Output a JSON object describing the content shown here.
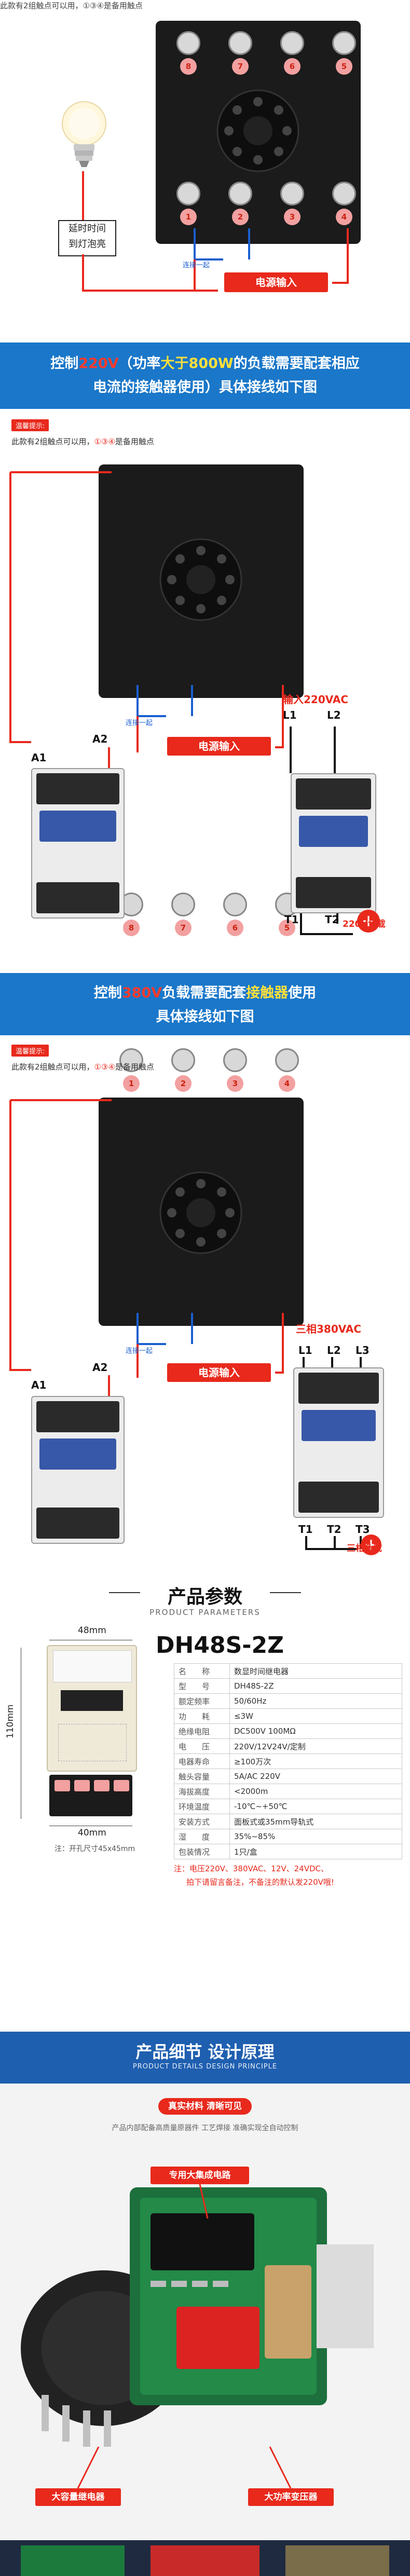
{
  "s1": {
    "tip_text": "此款有2组触点可以用，①③④是备用触点",
    "delay_label_1": "延时时间",
    "delay_label_2": "到灯泡亮",
    "link_label": "连接一起",
    "power_label": "电源输入"
  },
  "s2": {
    "title_a": "控制",
    "title_b": "220V",
    "title_c": "（功率",
    "title_d": "大于800W",
    "title_e": "的负载需要配套相应",
    "title_f": "电流的接触器使用）具体接线如下图",
    "tip_badge": "温馨提示:",
    "tip_pre": "此款有2组触点可以用，",
    "tip_nums": "①③④",
    "tip_post": "是备用触点",
    "link_label": "连接一起",
    "power_label": "电源输入",
    "a1": "A1",
    "a2": "A2",
    "input_label": "输入220VAC",
    "l1": "L1",
    "l2": "L2",
    "t1": "T1",
    "t2": "T2",
    "load": "220V负载"
  },
  "s3": {
    "title_a": "控制",
    "title_b": "380V",
    "title_c": "负载需要配套",
    "title_d": "接触器",
    "title_e": "使用",
    "title_f": "具体接线如下图",
    "tip_badge": "温馨提示:",
    "tip_pre": "此款有2组触点可以用，",
    "tip_nums": "①③④",
    "tip_post": "是备用触点",
    "link_label": "连接一起",
    "power_label": "电源输入",
    "a1": "A1",
    "a2": "A2",
    "input_label": "三相380VAC",
    "l1": "L1",
    "l2": "L2",
    "l3": "L3",
    "t1": "T1",
    "t2": "T2",
    "t3": "T3",
    "load": "三相负载"
  },
  "terminals": {
    "top": [
      "8",
      "7",
      "6",
      "5"
    ],
    "bottom": [
      "1",
      "2",
      "3",
      "4"
    ]
  },
  "params": {
    "title_cn": "产品参数",
    "title_en": "PRODUCT PARAMETERS",
    "model": "DH48S-2Z",
    "dim_top": "48mm",
    "dim_left": "110mm",
    "dim_bottom": "40mm",
    "hole": "注：开孔尺寸45x45mm",
    "rows": [
      {
        "k": "名　　称",
        "v": "数显时间继电器"
      },
      {
        "k": "型　　号",
        "v": "DH48S-2Z"
      },
      {
        "k": "额定频率",
        "v": "50/60Hz"
      },
      {
        "k": "功　　耗",
        "v": "≤3W"
      },
      {
        "k": "绝缘电阻",
        "v": "DC500V 100MΩ"
      },
      {
        "k": "电　　压",
        "v": "220V/12V24V/定制"
      },
      {
        "k": "电器寿命",
        "v": "≥100万次"
      },
      {
        "k": "触头容量",
        "v": "5A/AC 220V"
      },
      {
        "k": "海拔高度",
        "v": "<2000m"
      },
      {
        "k": "环境温度",
        "v": "-10℃~+50℃"
      },
      {
        "k": "安装方式",
        "v": "面板式或35mm导轨式"
      },
      {
        "k": "湿　　度",
        "v": "35%~85%"
      },
      {
        "k": "包装情况",
        "v": "1只/盒"
      }
    ],
    "note1": "注：电压220V、380VAC、12V、24VDC、",
    "note2": "拍下请留言备注，不备注的默认发220V哦!"
  },
  "details": {
    "title_cn": "产品细节 设计原理",
    "title_en": "PRODUCT DETAILS DESIGN PRINCIPLE",
    "pill": "真实材料  清晰可见",
    "subtitle": "产品内部配备高质量原器件 工艺焊接 准确实现全自动控制",
    "callout1": "专用大集成电路",
    "callout2": "大容量继电器",
    "callout3": "大功率变压器"
  },
  "colors": {
    "blue": "#1a77c9",
    "red": "#e8291c",
    "yellow": "#ffe03a"
  }
}
